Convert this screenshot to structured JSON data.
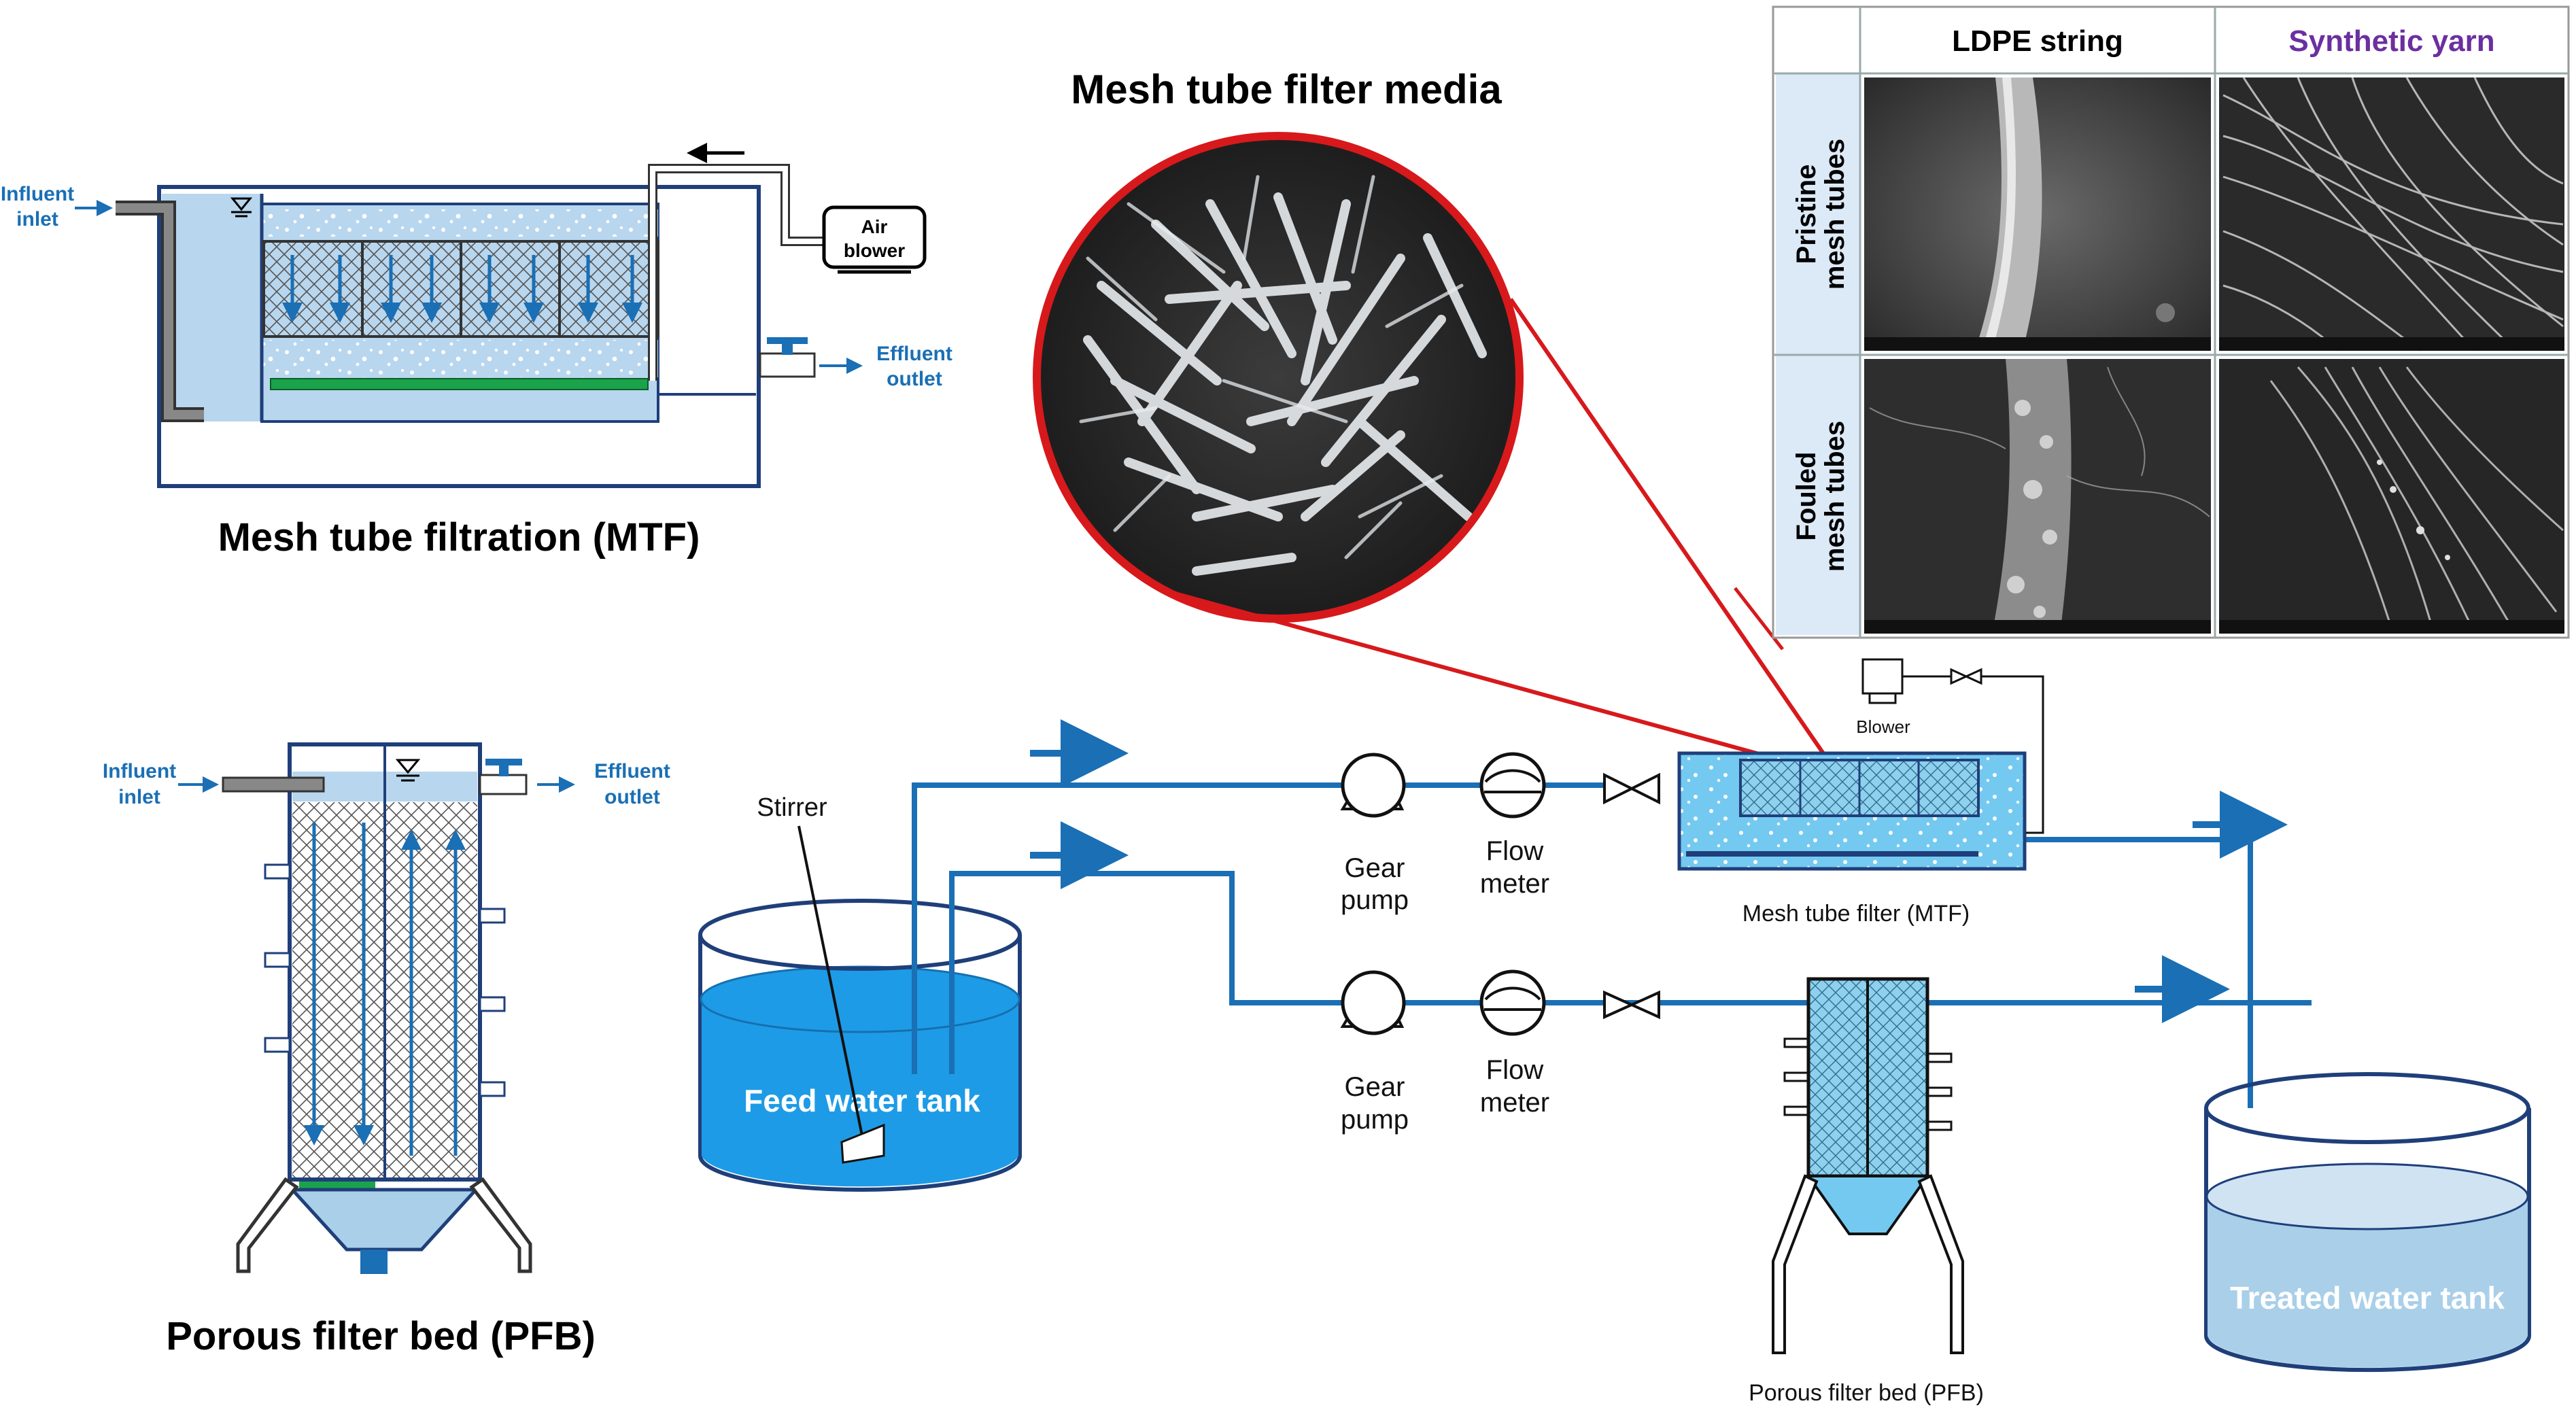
{
  "titles": {
    "mtf": "Mesh tube filtration (MTF)",
    "pfb": "Porous filter bed (PFB)",
    "media": "Mesh tube filter media"
  },
  "mtf_labels": {
    "influent_line1": "Influent",
    "influent_line2": "inlet",
    "effluent_line1": "Effluent",
    "effluent_line2": "outlet",
    "blower_line1": "Air",
    "blower_line2": "blower"
  },
  "pfb_labels": {
    "influent_line1": "Influent",
    "influent_line2": "inlet",
    "effluent_line1": "Effluent",
    "effluent_line2": "outlet"
  },
  "sem_grid": {
    "col1": "LDPE string",
    "col2": "Synthetic yarn",
    "row1_line1": "Pristine",
    "row1_line2": "mesh tubes",
    "row2_line1": "Fouled",
    "row2_line2": "mesh tubes"
  },
  "process": {
    "stirrer": "Stirrer",
    "feed_tank": "Feed water tank",
    "treated_tank": "Treated water tank",
    "gear_pump_line1": "Gear",
    "gear_pump_line2": "pump",
    "flow_meter_line1": "Flow",
    "flow_meter_line2": "meter",
    "blower": "Blower",
    "mtf_caption": "Mesh tube filter (MTF)",
    "pfb_caption": "Porous filter bed (PFB)"
  },
  "colors": {
    "pipe": "#1a6fb5",
    "water": "#1e9be6",
    "water_light": "#a9cfe9",
    "mesh_blue": "#8fd0ec",
    "green_plate": "#1aa34a",
    "red_callout": "#d7191c",
    "yarn_purple": "#6b2fa0"
  }
}
